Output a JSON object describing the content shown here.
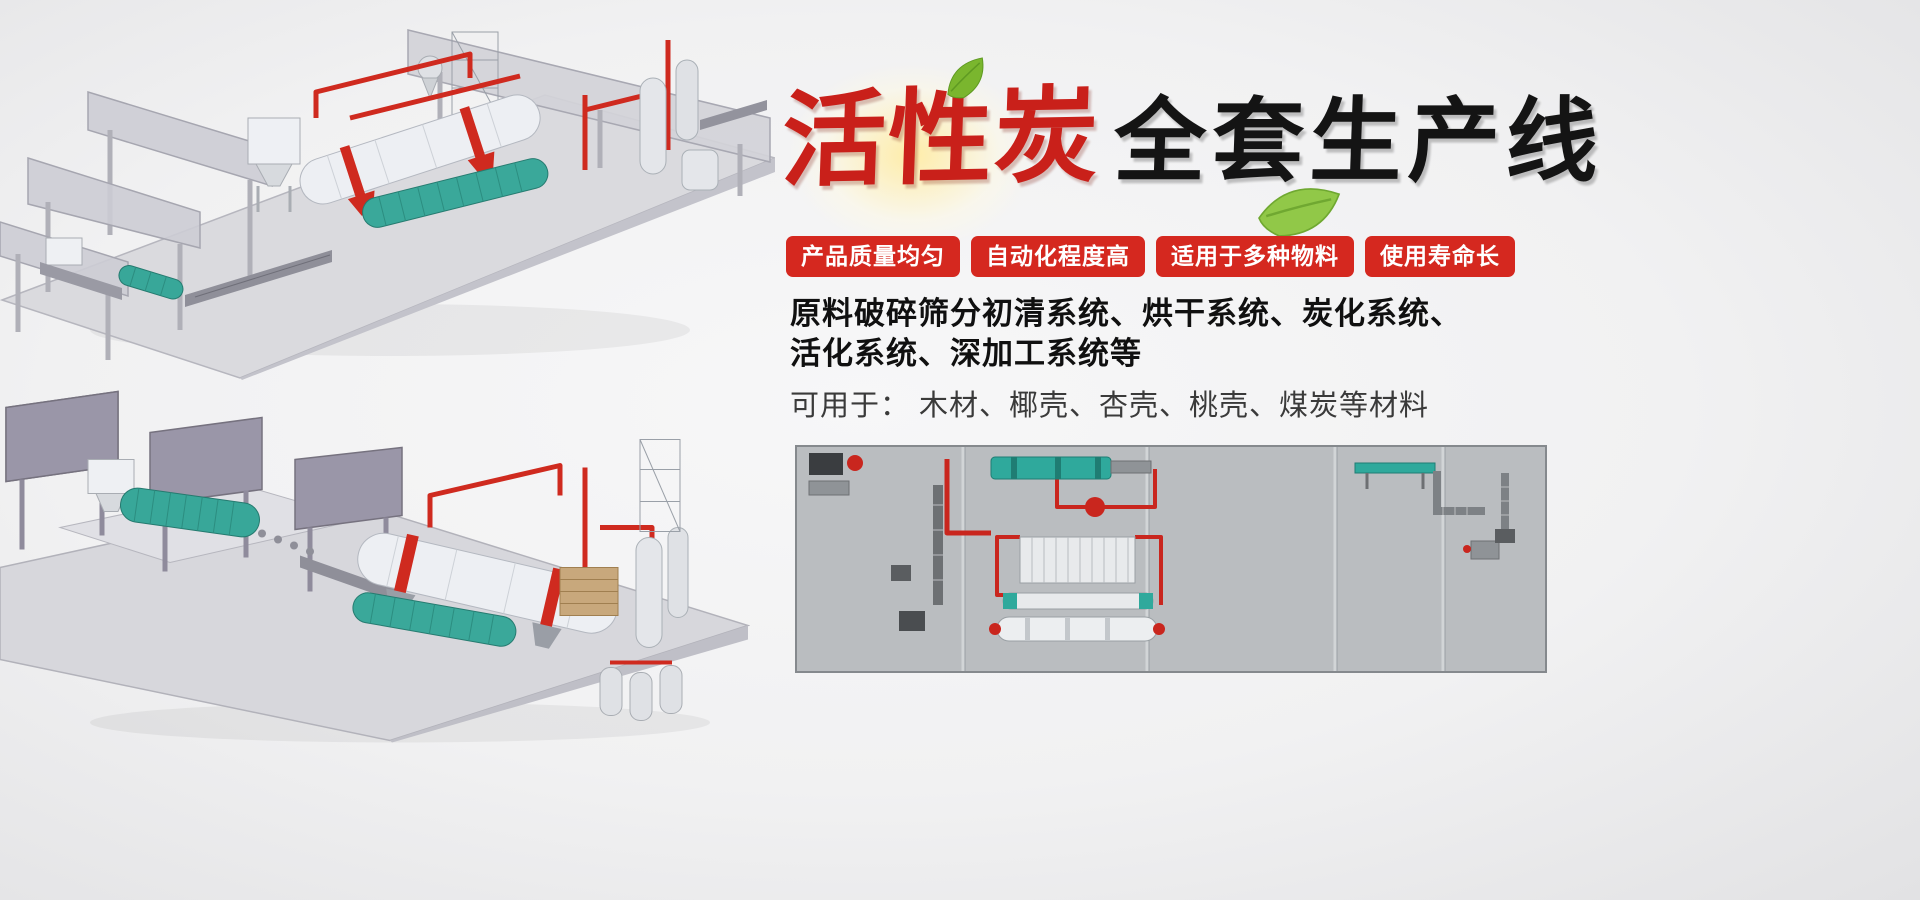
{
  "banner": {
    "title": {
      "red": "活性炭",
      "black": "全套生产线"
    },
    "badges": [
      {
        "label": "产品质量均匀"
      },
      {
        "label": "自动化程度高"
      },
      {
        "label": "适用于多种物料"
      },
      {
        "label": "使用寿命长"
      }
    ],
    "description": {
      "bold_line1": "原料破碎筛分初清系统、烘干系统、炭化系统、",
      "bold_line2": "活化系统、深加工系统等",
      "applications": "可用于： 木材、椰壳、杏壳、桃壳、煤炭等材料"
    },
    "colors": {
      "badge_red": "#d5281f",
      "title_red": "#c9201a",
      "title_black": "#141414",
      "leaf_green": "#7ab62e",
      "pipe_red": "#cf2a1f",
      "machine_teal": "#3aa89a",
      "background": "#f1f1f2"
    },
    "illustrations": [
      {
        "name": "production-line-render-top"
      },
      {
        "name": "production-line-render-bottom"
      },
      {
        "name": "layout-schematic"
      }
    ]
  }
}
